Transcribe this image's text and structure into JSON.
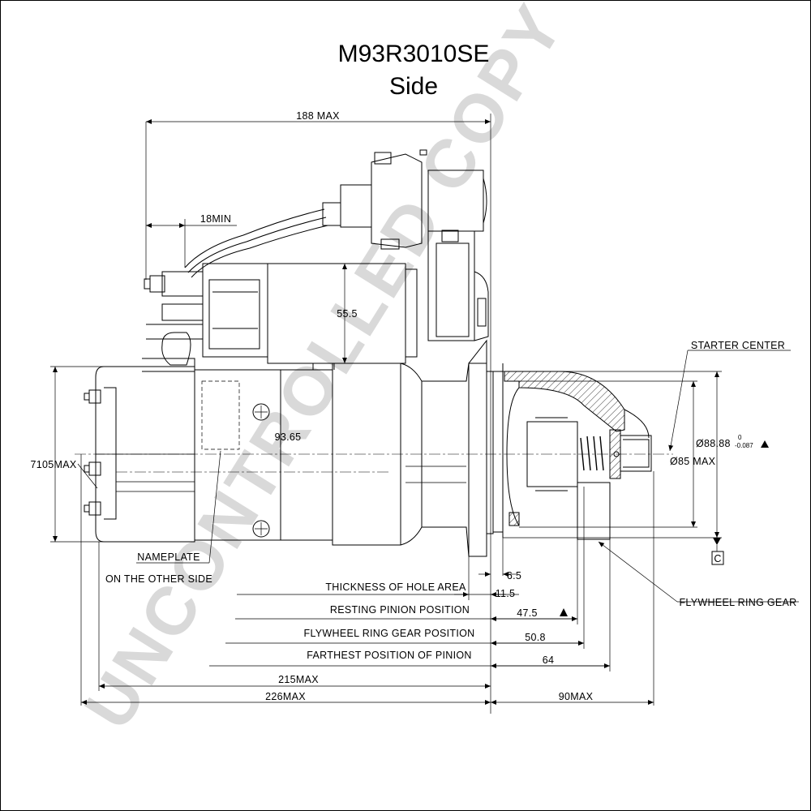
{
  "drawing": {
    "part_number": "M93R3010SE",
    "view": "Side",
    "watermark": "UNCONTROLLED COPY"
  },
  "dimensions": {
    "overall_length_top": "188 MAX",
    "min_clearance": "18MIN",
    "solenoid_height": "55.5",
    "body_height": "93.65",
    "left_height": "7105MAX",
    "starter_center": "STARTER CENTER",
    "diameter_pilot": "Ø88.88",
    "diameter_tol_upper": "0",
    "diameter_tol_lower": "-0.087",
    "diameter_max": "Ø85 MAX",
    "datum": "C",
    "nameplate_line1": "NAMEPLATE",
    "nameplate_line2": "ON THE OTHER SIDE",
    "flange_dim": "6.5",
    "hole_area_label": "THICKNESS OF HOLE AREA",
    "hole_area_value": "11.5",
    "resting_label": "RESTING PINION POSITION",
    "resting_value": "47.5",
    "ring_gear_pos_label": "FLYWHEEL RING GEAR POSITION",
    "ring_gear_pos_value": "50.8",
    "farthest_label": "FARTHEST POSITION OF  PINION",
    "farthest_value": "64",
    "len_215": "215MAX",
    "len_226": "226MAX",
    "len_90": "90MAX",
    "flywheel_label": "FLYWHEEL RING GEAR"
  }
}
